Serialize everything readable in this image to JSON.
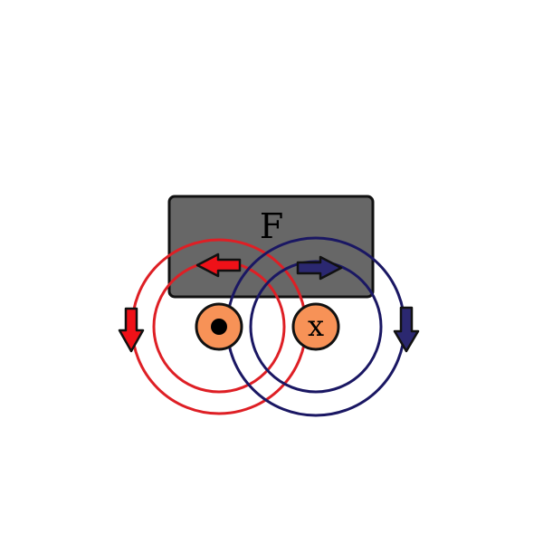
{
  "diagram": {
    "block_label": "F",
    "right_wire_symbol": "x",
    "colors": {
      "background": "#ffffff",
      "block_fill": "#676767",
      "block_stroke": "#111111",
      "conductor_fill": "#f79257",
      "conductor_stroke": "#111111",
      "red_field": "#de1f25",
      "navy_field": "#1a1763",
      "arrow_red_fill": "#ef1118",
      "arrow_navy_fill": "#2b2870"
    },
    "left_conductor": {
      "current_direction": "out-of-page",
      "marker": "dot"
    },
    "right_conductor": {
      "current_direction": "into-page",
      "marker": "cross"
    },
    "field_lines": {
      "left_wire": {
        "color_name": "red",
        "loops": 2
      },
      "right_wire": {
        "color_name": "navy",
        "loops": 2
      }
    },
    "arrows": [
      {
        "name": "red-arrow-top",
        "direction": "left",
        "color_name": "red"
      },
      {
        "name": "navy-arrow-top",
        "direction": "right",
        "color_name": "navy"
      },
      {
        "name": "red-arrow-left",
        "direction": "down",
        "color_name": "red"
      },
      {
        "name": "navy-arrow-right",
        "direction": "down",
        "color_name": "navy"
      }
    ]
  }
}
